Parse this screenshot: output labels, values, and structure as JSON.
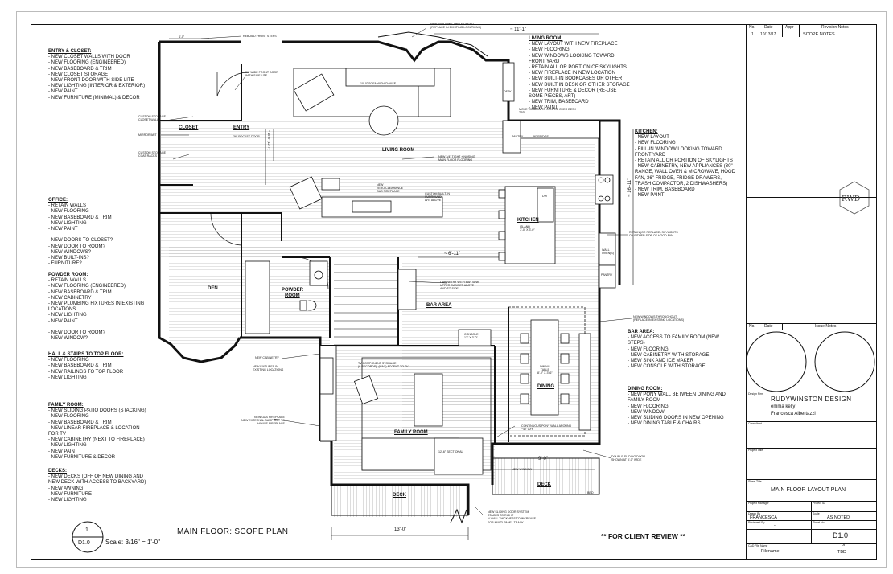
{
  "sheet": {
    "title": "MAIN FLOOR: SCOPE PLAN",
    "scale": "Scale: 3/16\" = 1'-0\"",
    "detail_number": "1",
    "detail_sheet": "D1.0",
    "review_note": "** FOR CLIENT REVIEW **"
  },
  "notes": {
    "entry": {
      "title": "ENTRY & CLOSET:",
      "items": [
        "- NEW CLOSET WALLS WITH DOOR",
        "- NEW FLOORING (ENGINEERED)",
        "- NEW BASEBOARD & TRIM",
        "- NEW CLOSET STORAGE",
        "- NEW FRONT DOOR WITH SIDE LITE",
        "- NEW LIGHTING (INTERIOR & EXTERIOR)",
        "- NEW PAINT",
        "- NEW  FURNITURE (MINIMAL) & DECOR"
      ]
    },
    "office": {
      "title": "OFFICE:",
      "items": [
        "- RETAIN WALLS",
        "- NEW FLOORING",
        "- NEW BASEBOARD & TRIM",
        "- NEW LIGHTING",
        "- NEW PAINT",
        "",
        "- NEW DOORS TO CLOSET?",
        "- NEW DOOR TO ROOM?",
        "- NEW WINDOWS?",
        "- NEW BUILT-INS?",
        "- FURNITURE?"
      ]
    },
    "powder": {
      "title": "POWDER ROOM:",
      "items": [
        "- RETAIN WALLS",
        "- NEW FLOORING (ENGINEERED)",
        "- NEW BASEBOARD & TRIM",
        "- NEW CABINETRY",
        "- NEW PLUMBING FIXTURES IN EXISTING",
        "LOCATIONS",
        "- NEW LIGHTING",
        "- NEW PAINT",
        "",
        "- NEW DOOR TO ROOM?",
        "- NEW WINDOW?"
      ]
    },
    "hall": {
      "title": "HALL & STAIRS TO TOP FLOOR:",
      "items": [
        "- NEW FLOORING",
        "- NEW BASEBOARD & TRIM",
        "- NEW RAILINGS TO TOP FLOOR",
        "- NEW LIGHTING"
      ]
    },
    "family": {
      "title": "FAMILY ROOM:",
      "items": [
        "- NEW SLIDING PATIO DOORS (STACKING)",
        "- NEW FLOORING",
        "- NEW BASEBOARD & TRIM",
        "- NEW LINEAR FIREPLACE & LOCATION",
        "FOR TV",
        "- NEW CABINETRY (NEXT TO FIREPLACE)",
        "- NEW LIGHTING",
        "- NEW PAINT",
        "- NEW FURNITURE & DECOR"
      ]
    },
    "decks": {
      "title": "DECKS:",
      "items": [
        "- NEW DECKS (OFF OF NEW DINING AND",
        "NEW DECK WITH ACCESS TO BACKYARD)",
        "- NEW AWNING",
        "- NEW FURNITURE",
        "- NEW LIGHTING"
      ]
    },
    "living": {
      "title": "LIVING ROOM:",
      "items": [
        "- NEW LAYOUT WITH NEW FIREPLACE",
        "- NEW FLOORING",
        "- NEW WINDOWS LOOKING TOWARD",
        "FRONT YARD",
        "- RETAIN ALL OR PORTION OF SKYLIGHTS",
        "- NEW FIREPLACE IN NEW LOCATION",
        "- NEW BUILT-IN BOOKCASES OR OTHER",
        "- NEW BUILT IN DESK OR OTHER STORAGE",
        "- NEW FURNITURE & DECOR (RE-USE",
        "SOME PIECES, ART)",
        "- NEW TRIM, BASEBOARD",
        "- NEW PAINT"
      ]
    },
    "kitchen": {
      "title": "KITCHEN:",
      "items": [
        "- NEW LAYOUT",
        "- NEW FLOORING",
        "- FILL-IN WINDOW LOOKING TOWARD",
        "FRONT YARD",
        "- RETAIN ALL OR PORTION OF SKYLIGHTS",
        "- NEW CABINETRY, NEW APPLIANCES (30\"",
        "RANGE, WALL OVEN & MICROWAVE, HOOD",
        "FAN, 36\" FRIDGE, FRIDGE DRAWERS,",
        "TRASH COMPACTOR, 2 DISHWASHERS)",
        "- NEW TRIM, BASEBOARD",
        "- NEW PAINT"
      ]
    },
    "bar": {
      "title": "BAR AREA:",
      "items": [
        "- NEW ACCESS TO FAMILY ROOM (NEW",
        "STEPS)",
        "- NEW FLOORING",
        "- NEW CABINETRY WITH STORAGE",
        "- NEW SINK AND ICE MAKER",
        "- NEW CONSOLE WITH STORAGE"
      ]
    },
    "dining": {
      "title": "DINING ROOM:",
      "items": [
        "- NEW PONY WALL BETWEEN DINING AND",
        "FAMILY ROOM",
        "- NEW FLOORING",
        "- NEW WINDOW",
        "- NEW SLIDING DOORS IN NEW OPENING",
        "- NEW DINING TABLE & CHAIRS"
      ]
    }
  },
  "rooms": {
    "closet": "CLOSET",
    "entry": "ENTRY",
    "living": "LIVING ROOM",
    "kitchen": "KITCHEN",
    "den": "DEN",
    "powder": "POWDER",
    "powder2": "ROOM",
    "bar": "BAR AREA",
    "family": "FAMILY ROOM",
    "dining": "DINING",
    "deck1": "DECK",
    "deck2": "DECK"
  },
  "callouts": {
    "front_steps": "REBUILD FRONT STEPS",
    "new_windows_top": "NEW WINDOWS THROUGHOUT",
    "new_windows_top2": "(REPLACE IN EXISTING LOCATIONS)",
    "front_door": "36\" WIDE FRONT DOOR",
    "front_door2": "WITH SIDE LITE",
    "pocket_door": "36\" POCKET DOOR",
    "closet_storage": "CUSTOM STORAGE",
    "closet_storage2": "CLOSET WALL",
    "mirror": "MIRROR/ART",
    "coat_racks": "CUSTOM STORAGE",
    "coat_racks2": "COAT RACKS",
    "sofa": "10'-0\" SOFA WITH CHAISE",
    "desk": "DESK",
    "move_window": "MOVE WINDOW TO CENTRE OVER DESK",
    "move_window2": "TBD",
    "pantry": "PANTRY",
    "fridge": "36\" FRIDGE",
    "flooring": "NEW 3/4\" TIGHT + NOSING",
    "flooring2": "MAIN FLOOR FLOORING",
    "fireplace": "NEW",
    "fireplace2": "ZERO-CLEARANCE",
    "fireplace3": "GAS FIREPLACE",
    "built_in": "CUSTOM BUILT-IN",
    "built_in2": "SURROUND",
    "built_in3": "ART ABOVE",
    "island": "ISLAND",
    "island2": "7'-0\" X 3'-0\"",
    "dw": "DW",
    "skylights": "RETAIN (OR REPLACE) SKYLIGHTS",
    "skylights2": "ON EITHER SIDE OF HOOD FAN",
    "wall_oven": "WALL",
    "wall_oven2": "OVEN(S)",
    "pantry2": "PANTRY",
    "bar_sink": "CABINETRY WITH BAR SINK",
    "bar_sink2": "UPPER CABINET ABOVE",
    "bar_sink3": "AND TO SIDE",
    "windows_dining": "NEW WINDOWS THROUGHOUT",
    "windows_dining2": "(REPLACE IN EXISTING LOCATIONS)",
    "console": "CONSOLE",
    "console2": "12\" X 3'-0\"",
    "new_cabinet": "NEW CABINETRY",
    "fixtures": "NEW FIXTURES IN",
    "fixtures2": "EXISTING LOCATIONS",
    "tv_storage": "TV COMPONENT STORAGE",
    "tv_storage2": "(6 RECORDS), (MAX) ACCENT TO TV",
    "dining_table": "DINING",
    "dining_table2": "TABLE",
    "dining_table3": "8'-0\" X 3'-6\"",
    "gas_fireplace": "NEW GAS FIREPLACE",
    "gas_fireplace2": "NEW EXTERNAL BUMP OUT TO",
    "gas_fireplace3": "HOUSE FIREPLACE",
    "sectional": "12'-6\" SECTIONAL",
    "pony_wall": "CONTINUOUS PONY WALL AROUND",
    "pony_wall2": "~42\" AFF",
    "double_door": "DOUBLE SLIDING DOOR",
    "double_door2": "SHOWN AT 8'-0\" WIDE",
    "new_window": "NEW WINDOW",
    "sliding_door": "NEW SLIDING DOOR SYSTEM",
    "sliding_door2": "STACKS TO RIGHT",
    "sliding_door3": "** WALL THICKNESS TO INCREASE",
    "sliding_door4": "FOR MULTI-PANEL TRACK",
    "bbq": "BBQ"
  },
  "dimensions": {
    "top": "~ 11'-1\"",
    "kitchen_h": "~ 16'-11\"",
    "island_w": "~ 6'-11\"",
    "deck": "9'-0\"",
    "bottom": "13'-0\"",
    "entry_w": "4'-0\"",
    "entry_h": "~ 10'-6\" (12'-7\")"
  },
  "title_block": {
    "rev_headers": [
      "No.",
      "Date",
      "Appr",
      "Revision Notes"
    ],
    "rev_row": [
      "1",
      "10/13/17",
      "",
      "SCOPE NOTES"
    ],
    "issue_headers": [
      "No.",
      "Date",
      "Issue Notes"
    ],
    "logo": "RWD",
    "design_firm_label": "Design Firm",
    "firm_name": "RUDYWINSTON DESIGN",
    "person1": "emma kelly",
    "person2": "Francesca Albertazzi",
    "consultant_label": "Consultant",
    "project_label": "Project Title",
    "sheet_title_label": "Sheet Title",
    "sheet_title": "MAIN FLOOR LAYOUT PLAN",
    "pm_label": "Project Manager",
    "pid_label": "Project ID",
    "drawn_label": "Drawn By",
    "drawn": "FRANCESCA",
    "scale_label": "Scale",
    "scale": "AS NOTED",
    "reviewed_label": "Reviewed By",
    "reviewed": "-",
    "sheet_no_label": "Sheet No.",
    "sheet_no": "D1.0",
    "of": "of",
    "total": "TBD",
    "cad_label": "CAD File Name",
    "cad": "Filename"
  }
}
